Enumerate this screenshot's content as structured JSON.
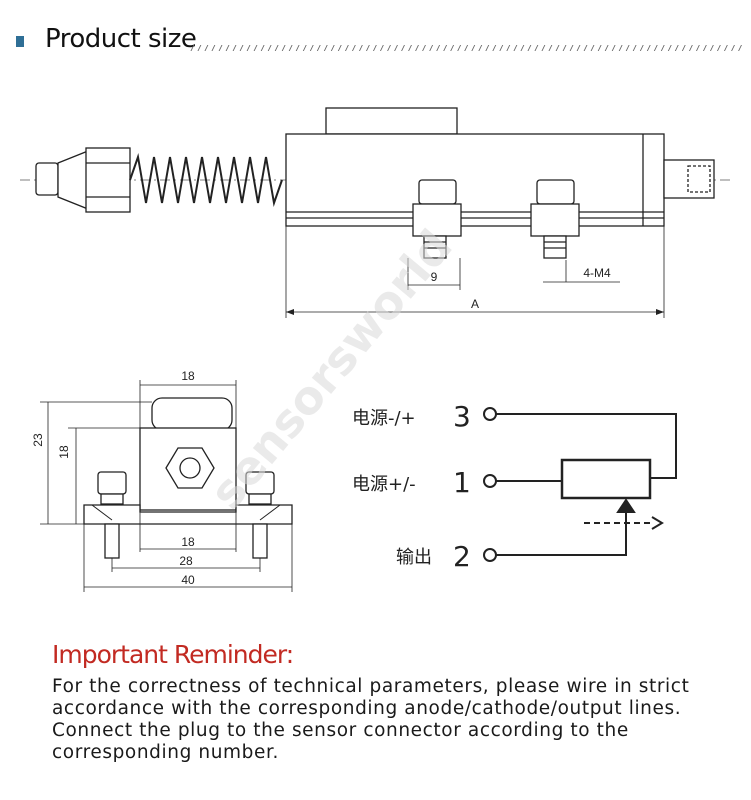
{
  "header": {
    "title": "Product size",
    "accent_color": "#2f6f96"
  },
  "side_view": {
    "dim_9": "9",
    "dim_4m4": "4-M4",
    "dim_a": "A"
  },
  "end_view": {
    "dim_top_18": "18",
    "dim_23": "23",
    "dim_side_18": "18",
    "dim_bottom_18": "18",
    "dim_28": "28",
    "dim_40": "40"
  },
  "wiring": {
    "pin3_label": "电源-/+",
    "pin3_number": "3",
    "pin1_label": "电源+/-",
    "pin1_number": "1",
    "pin2_label": "输出",
    "pin2_number": "2"
  },
  "watermark": "sensorsworld",
  "reminder": {
    "title": "Important Reminder:",
    "title_color": "#c22a22",
    "body": "For the correctness of technical parameters, please wire in strict accordance with the corresponding anode/cathode/output lines. Connect the plug to the sensor connector according to the corresponding number."
  }
}
